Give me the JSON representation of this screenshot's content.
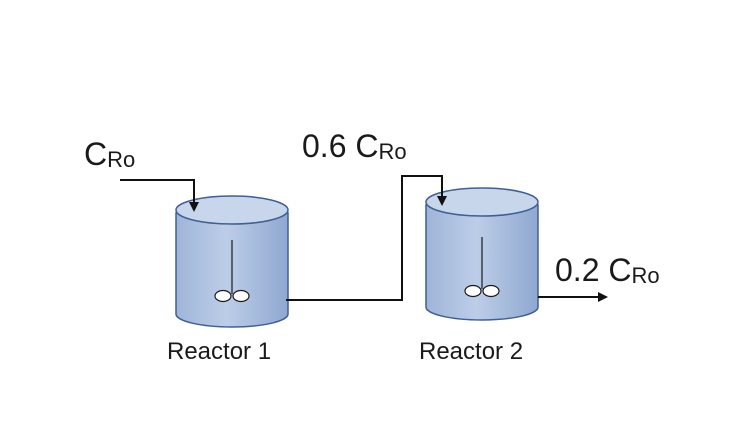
{
  "streams": {
    "feed": {
      "main": "C",
      "sub": "Ro"
    },
    "intermediate": {
      "main": "0.6 C",
      "sub": "Ro"
    },
    "outlet": {
      "main": "0.2 C",
      "sub": "Ro"
    }
  },
  "reactors": [
    {
      "label": "Reactor 1"
    },
    {
      "label": "Reactor 2"
    }
  ],
  "colors": {
    "tank_fill": "#a9bede",
    "tank_top": "#c8d6ec",
    "tank_edge": "#3f5f95",
    "line": "#111111",
    "impeller": "#ffffff"
  }
}
